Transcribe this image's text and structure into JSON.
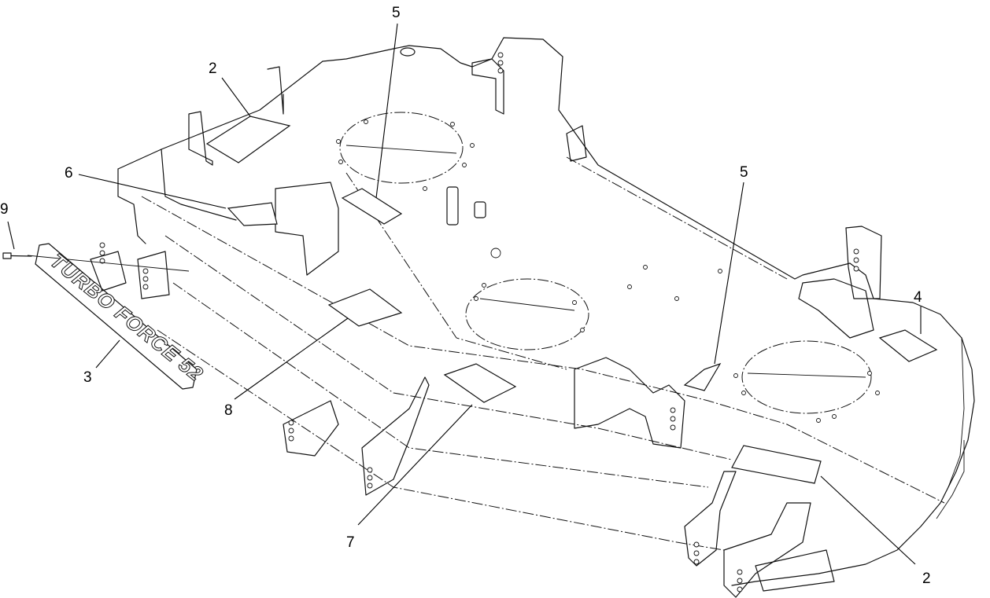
{
  "plate_text": "TURBO FORCE 52",
  "callouts": [
    {
      "id": "c9",
      "label": "9"
    },
    {
      "id": "c3",
      "label": "3"
    },
    {
      "id": "c2a",
      "label": "2"
    },
    {
      "id": "c6",
      "label": "6"
    },
    {
      "id": "c5a",
      "label": "5"
    },
    {
      "id": "c5b",
      "label": "5"
    },
    {
      "id": "c8",
      "label": "8"
    },
    {
      "id": "c7",
      "label": "7"
    },
    {
      "id": "c4",
      "label": "4"
    },
    {
      "id": "c2b",
      "label": "2"
    }
  ]
}
